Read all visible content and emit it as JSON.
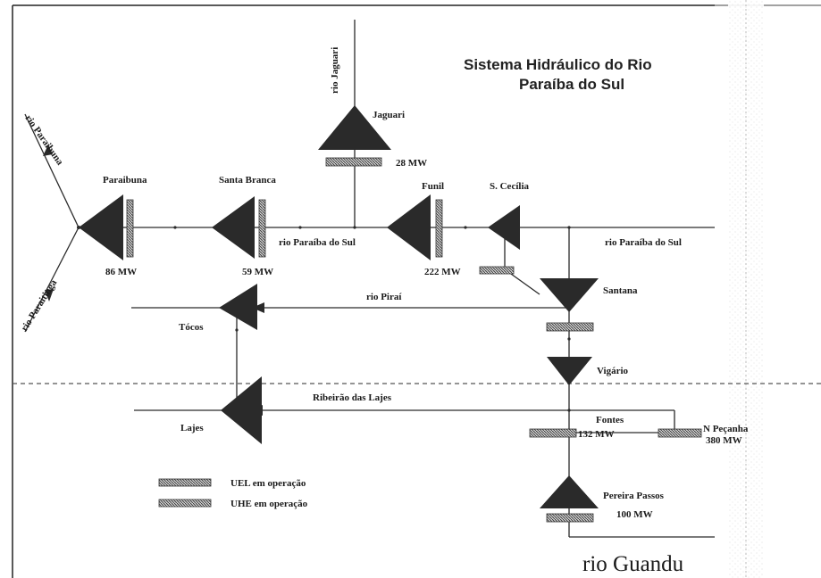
{
  "title": {
    "line1": "Sistema Hidráulico do Rio",
    "line2": "Paraíba do Sul"
  },
  "plants": {
    "jaguari": {
      "name": "Jaguari",
      "power": "28 MW"
    },
    "paraibuna": {
      "name": "Paraibuna",
      "power": "86 MW"
    },
    "santa_branca": {
      "name": "Santa Branca",
      "power": "59 MW"
    },
    "funil": {
      "name": "Funil",
      "power": "222 MW"
    },
    "s_cecilia": {
      "name": "S. Cecília"
    },
    "santana": {
      "name": "Santana"
    },
    "tocos": {
      "name": "Tócos"
    },
    "vigario": {
      "name": "Vigário"
    },
    "lajes": {
      "name": "Lajes"
    },
    "fontes": {
      "name": "Fontes",
      "power": "132 MW"
    },
    "nilo_pecanha": {
      "name": "N Peçanha",
      "power": "380 MW"
    },
    "pereira_passos": {
      "name": "Pereira Passos",
      "power": "100 MW"
    }
  },
  "rivers": {
    "jaguari": "rio Jaguari",
    "paraibuna": "rio Paraibuna",
    "paraitinga": "rio Paraitinga",
    "paraiba_1": "rio Paraíba do Sul",
    "paraiba_2": "rio Paraíba do Sul",
    "pirai": "rio Piraí",
    "lajes": "Ribeirão das Lajes",
    "guandu": "rio Guandu"
  },
  "legend": {
    "uel": "UEL em operação",
    "uhe": "UHE em operação"
  },
  "colors": {
    "ink": "#2a2a2a",
    "hatch": "#777777",
    "dash": "#555555"
  }
}
